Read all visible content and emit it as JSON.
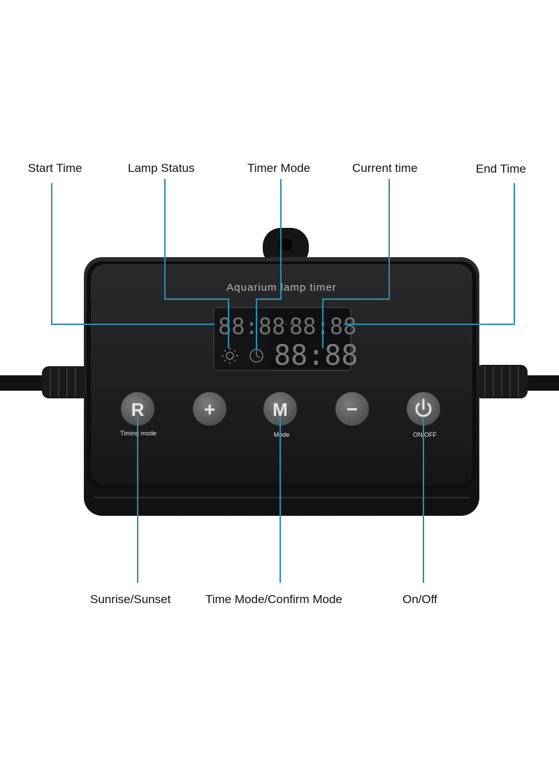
{
  "device": {
    "title": "Aquarium lamp timer",
    "display": {
      "start_time": "88:88",
      "end_time": "88:88",
      "current_time": "88:88"
    },
    "buttons": [
      {
        "glyph": "R",
        "label": "Timing mode"
      },
      {
        "glyph": "+",
        "label": ""
      },
      {
        "glyph": "M",
        "label": "Mode"
      },
      {
        "glyph": "−",
        "label": ""
      },
      {
        "glyph": "power",
        "label": "ON/OFF"
      }
    ]
  },
  "callouts": {
    "start_time": "Start Time",
    "lamp_status": "Lamp Status",
    "timer_mode": "Timer Mode",
    "current_time": "Current time",
    "end_time": "End Time",
    "sunrise_sunset": "Sunrise/Sunset",
    "time_mode_confirm": "Time Mode/Confirm Mode",
    "on_off": "On/Off"
  },
  "colors": {
    "callout_line": "#2a8fb0",
    "device_body": "#1d1d1f",
    "segment_on": "#8a8a8a"
  }
}
